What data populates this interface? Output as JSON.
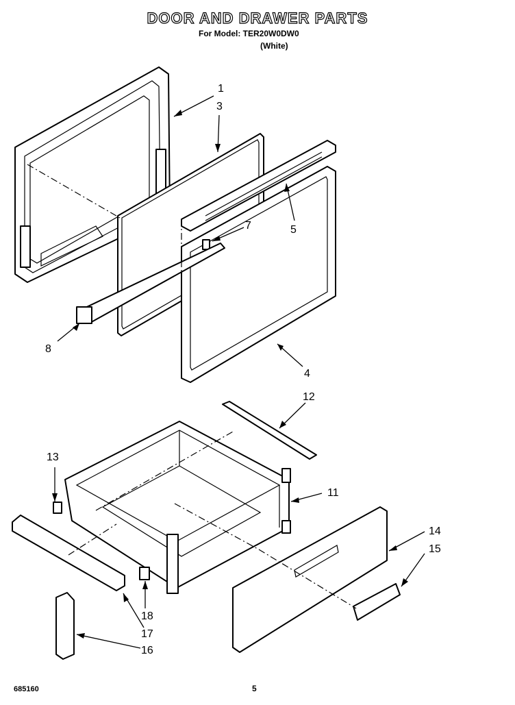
{
  "header": {
    "title": "DOOR AND DRAWER PARTS",
    "model_line": "For Model: TER20W0DW0",
    "color_line": "(White)"
  },
  "callouts": [
    "1",
    "3",
    "5",
    "7",
    "8",
    "4",
    "12",
    "13",
    "11",
    "14",
    "15",
    "18",
    "17",
    "16"
  ],
  "footer": {
    "doc_number": "685160",
    "page_number": "5"
  }
}
